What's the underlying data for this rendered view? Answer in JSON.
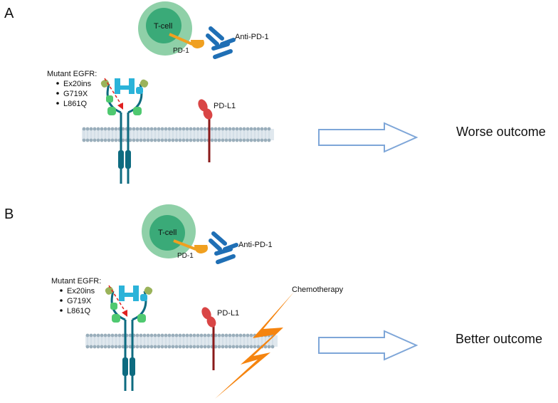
{
  "panels": [
    {
      "letter": "A",
      "tcell": "T-cell",
      "pd1": "PD-1",
      "antibody": "Anti-PD-1",
      "mutant_title": "Mutant EGFR:",
      "mutations": [
        "Ex20ins",
        "G719X",
        "L861Q"
      ],
      "pdl1": "PD-L1",
      "outcome": "Worse outcome"
    },
    {
      "letter": "B",
      "tcell": "T-cell",
      "pd1": "PD-1",
      "antibody": "Anti-PD-1",
      "mutant_title": "Mutant EGFR:",
      "mutations": [
        "Ex20ins",
        "G719X",
        "L861Q"
      ],
      "pdl1": "PD-L1",
      "chemo": "Chemotherapy",
      "outcome": "Better outcome"
    }
  ],
  "colors": {
    "tcell_outer": "#8fd0a8",
    "tcell_inner": "#3aaa78",
    "pd1": "#f0a020",
    "antibody": "#1f6fb5",
    "egfr_stalk": "#0d6b80",
    "egfr_domain_blue": "#2bb3d9",
    "egfr_domain_green": "#4fc970",
    "egfr_domain_olive": "#9ab35a",
    "mutation_arrow": "#e02020",
    "pdl1_head": "#d94545",
    "pdl1_stalk": "#8a1a1a",
    "membrane_head": "#9aaebb",
    "membrane_tail": "#c7d6e0",
    "outcome_arrow_stroke": "#7ea6d8",
    "outcome_arrow_fill": "#ffffff",
    "lightning": "#f5840f"
  }
}
